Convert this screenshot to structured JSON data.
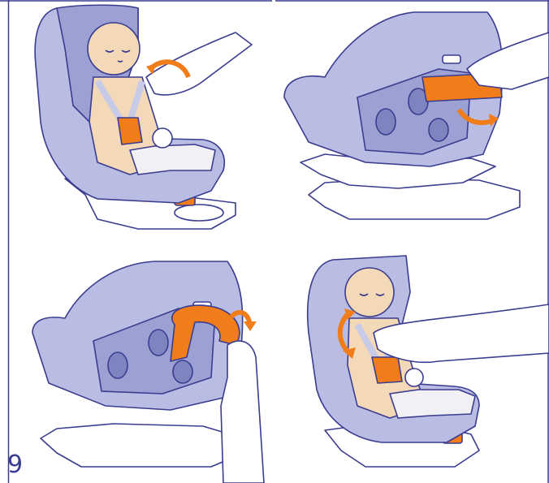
{
  "step": {
    "number": "9"
  },
  "colors": {
    "outline": "#3a3c8f",
    "seat": "#b9bde3",
    "seat_dark": "#9ba1d2",
    "belt": "#f07d1a",
    "skin": "#f4d9b8",
    "cover": "#f0f0f5"
  },
  "panels": [
    {
      "id": "panel-1",
      "content": "baby-in-seat-harness-adjust"
    },
    {
      "id": "panel-2",
      "content": "pull-strap-out-of-seat-back"
    },
    {
      "id": "panel-3",
      "content": "thread-strap-into-seat-back"
    },
    {
      "id": "panel-4",
      "content": "baby-in-seat-harness-tighten"
    }
  ]
}
